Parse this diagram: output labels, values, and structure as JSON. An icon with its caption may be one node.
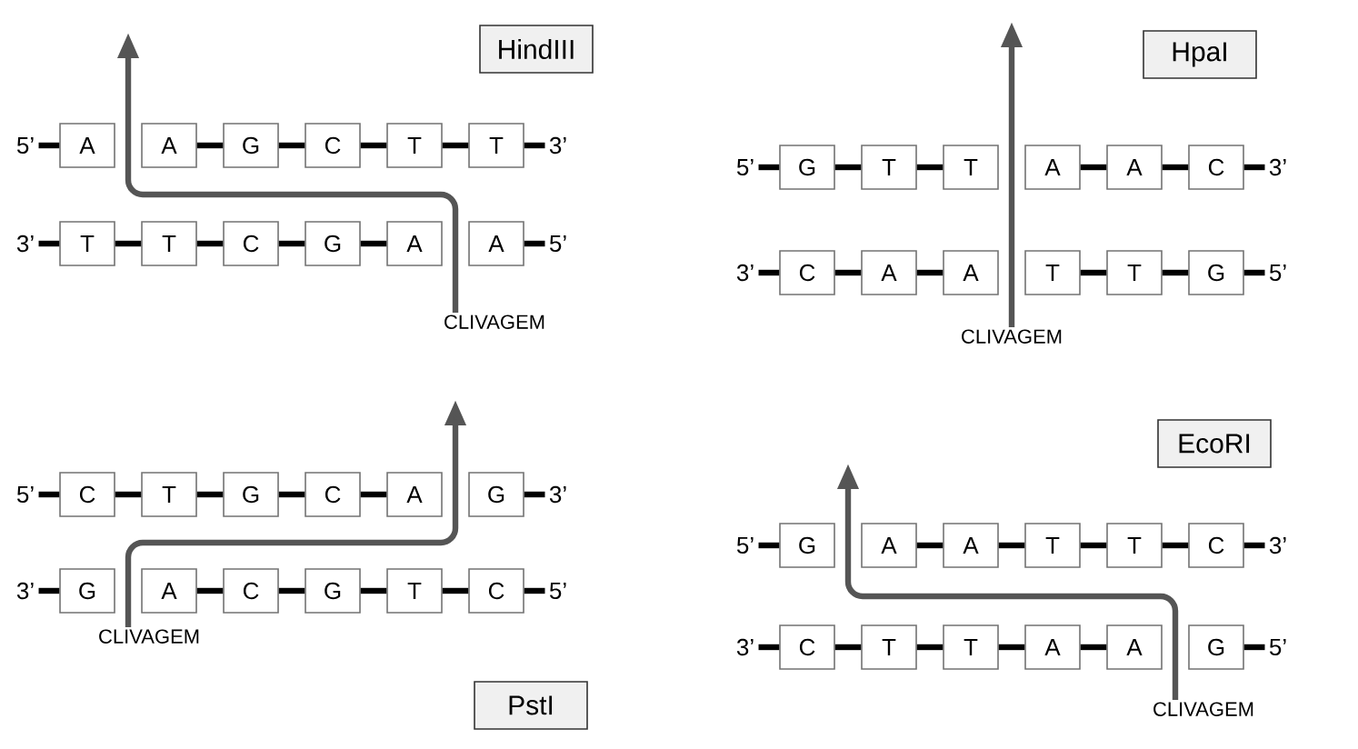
{
  "diagram": {
    "nodes": [
      {
        "text": [
          "HindIII"
        ]
      },
      {
        "text": [
          "5’"
        ]
      },
      {
        "text": [
          "A"
        ]
      },
      {
        "text": [
          "A"
        ]
      },
      {
        "text": [
          "G"
        ]
      },
      {
        "text": [
          "C"
        ]
      },
      {
        "text": [
          "T"
        ]
      },
      {
        "text": [
          "T"
        ]
      },
      {
        "text": [
          "3’"
        ]
      },
      {
        "text": [
          "3’"
        ]
      },
      {
        "text": [
          "T"
        ]
      },
      {
        "text": [
          "T"
        ]
      },
      {
        "text": [
          "C"
        ]
      },
      {
        "text": [
          "G"
        ]
      },
      {
        "text": [
          "A"
        ]
      },
      {
        "text": [
          "A"
        ]
      },
      {
        "text": [
          "5’"
        ]
      },
      {
        "text": [
          "CLIVAGEM"
        ]
      },
      {
        "text": [
          "HpaI"
        ]
      },
      {
        "text": [
          "5’"
        ]
      },
      {
        "text": [
          "G"
        ]
      },
      {
        "text": [
          "T"
        ]
      },
      {
        "text": [
          "T"
        ]
      },
      {
        "text": [
          "A"
        ]
      },
      {
        "text": [
          "A"
        ]
      },
      {
        "text": [
          "C"
        ]
      },
      {
        "text": [
          "3’"
        ]
      },
      {
        "text": [
          "3’"
        ]
      },
      {
        "text": [
          "C"
        ]
      },
      {
        "text": [
          "A"
        ]
      },
      {
        "text": [
          "A"
        ]
      },
      {
        "text": [
          "T"
        ]
      },
      {
        "text": [
          "T"
        ]
      },
      {
        "text": [
          "G"
        ]
      },
      {
        "text": [
          "5’"
        ]
      },
      {
        "text": [
          "CLIVAGEM"
        ]
      },
      {
        "text": [
          "PstI"
        ]
      },
      {
        "text": [
          "5’"
        ]
      },
      {
        "text": [
          "C"
        ]
      },
      {
        "text": [
          "T"
        ]
      },
      {
        "text": [
          "G"
        ]
      },
      {
        "text": [
          "C"
        ]
      },
      {
        "text": [
          "A"
        ]
      },
      {
        "text": [
          "G"
        ]
      },
      {
        "text": [
          "3’"
        ]
      },
      {
        "text": [
          "3’"
        ]
      },
      {
        "text": [
          "G"
        ]
      },
      {
        "text": [
          "A"
        ]
      },
      {
        "text": [
          "C"
        ]
      },
      {
        "text": [
          "G"
        ]
      },
      {
        "text": [
          "T"
        ]
      },
      {
        "text": [
          "C"
        ]
      },
      {
        "text": [
          "5’"
        ]
      },
      {
        "text": [
          "CLIVAGEM"
        ]
      },
      {
        "text": [
          "EcoRI"
        ]
      },
      {
        "text": [
          "5’"
        ]
      },
      {
        "text": [
          "G"
        ]
      },
      {
        "text": [
          "A"
        ]
      },
      {
        "text": [
          "A"
        ]
      },
      {
        "text": [
          "T"
        ]
      },
      {
        "text": [
          "T"
        ]
      },
      {
        "text": [
          "C"
        ]
      },
      {
        "text": [
          "3’"
        ]
      },
      {
        "text": [
          "3’"
        ]
      },
      {
        "text": [
          "C"
        ]
      },
      {
        "text": [
          "T"
        ]
      },
      {
        "text": [
          "T"
        ]
      },
      {
        "text": [
          "A"
        ]
      },
      {
        "text": [
          "A"
        ]
      },
      {
        "text": [
          "G"
        ]
      },
      {
        "text": [
          "5’"
        ]
      },
      {
        "text": [
          "CLIVAGEM"
        ]
      }
    ],
    "edges": [
      {
        "from": 1,
        "to": 2,
        "arrow": "none"
      },
      {
        "from": 3,
        "to": 4,
        "arrow": "none"
      },
      {
        "from": 4,
        "to": 5,
        "arrow": "none"
      },
      {
        "from": 5,
        "to": 6,
        "arrow": "none"
      },
      {
        "from": 6,
        "to": 7,
        "arrow": "none"
      },
      {
        "from": 7,
        "to": 8,
        "arrow": "none"
      },
      {
        "from": 9,
        "to": 10,
        "arrow": "none"
      },
      {
        "from": 10,
        "to": 11,
        "arrow": "none"
      },
      {
        "from": 11,
        "to": 12,
        "arrow": "none"
      },
      {
        "from": 12,
        "to": 13,
        "arrow": "none"
      },
      {
        "from": 13,
        "to": 14,
        "arrow": "none"
      },
      {
        "from": 15,
        "to": 16,
        "arrow": "none"
      },
      {
        "from": 17,
        "to": null,
        "arrow": "to",
        "color": "#555555"
      },
      {
        "from": 19,
        "to": 20,
        "arrow": "none"
      },
      {
        "from": 20,
        "to": 21,
        "arrow": "none"
      },
      {
        "from": 21,
        "to": 22,
        "arrow": "none"
      },
      {
        "from": 23,
        "to": 24,
        "arrow": "none"
      },
      {
        "from": 24,
        "to": 25,
        "arrow": "none"
      },
      {
        "from": 25,
        "to": 26,
        "arrow": "none"
      },
      {
        "from": 27,
        "to": 28,
        "arrow": "none"
      },
      {
        "from": 28,
        "to": 29,
        "arrow": "none"
      },
      {
        "from": 29,
        "to": 30,
        "arrow": "none"
      },
      {
        "from": 31,
        "to": 32,
        "arrow": "none"
      },
      {
        "from": 32,
        "to": 33,
        "arrow": "none"
      },
      {
        "from": 33,
        "to": 34,
        "arrow": "none"
      },
      {
        "from": 35,
        "to": null,
        "arrow": "to",
        "color": "#555555"
      },
      {
        "from": 37,
        "to": 38,
        "arrow": "none"
      },
      {
        "from": 38,
        "to": 39,
        "arrow": "none"
      },
      {
        "from": 39,
        "to": 40,
        "arrow": "none"
      },
      {
        "from": 40,
        "to": 41,
        "arrow": "none"
      },
      {
        "from": 41,
        "to": 42,
        "arrow": "none"
      },
      {
        "from": 43,
        "to": 44,
        "arrow": "none"
      },
      {
        "from": 45,
        "to": 46,
        "arrow": "none"
      },
      {
        "from": 47,
        "to": 48,
        "arrow": "none"
      },
      {
        "from": 48,
        "to": 49,
        "arrow": "none"
      },
      {
        "from": 49,
        "to": 50,
        "arrow": "none"
      },
      {
        "from": 50,
        "to": 51,
        "arrow": "none"
      },
      {
        "from": 51,
        "to": 52,
        "arrow": "none"
      },
      {
        "from": 53,
        "to": null,
        "arrow": "to",
        "color": "#555555"
      },
      {
        "from": 55,
        "to": 56,
        "arrow": "none"
      },
      {
        "from": 57,
        "to": 58,
        "arrow": "none"
      },
      {
        "from": 58,
        "to": 59,
        "arrow": "none"
      },
      {
        "from": 59,
        "to": 60,
        "arrow": "none"
      },
      {
        "from": 60,
        "to": 61,
        "arrow": "none"
      },
      {
        "from": 61,
        "to": 62,
        "arrow": "none"
      },
      {
        "from": 63,
        "to": 64,
        "arrow": "none"
      },
      {
        "from": 64,
        "to": 65,
        "arrow": "none"
      },
      {
        "from": 65,
        "to": 66,
        "arrow": "none"
      },
      {
        "from": 66,
        "to": 67,
        "arrow": "none"
      },
      {
        "from": 67,
        "to": 68,
        "arrow": "none"
      },
      {
        "from": 69,
        "to": 70,
        "arrow": "none"
      },
      {
        "from": 71,
        "to": null,
        "arrow": "to",
        "color": "#555555"
      }
    ]
  }
}
